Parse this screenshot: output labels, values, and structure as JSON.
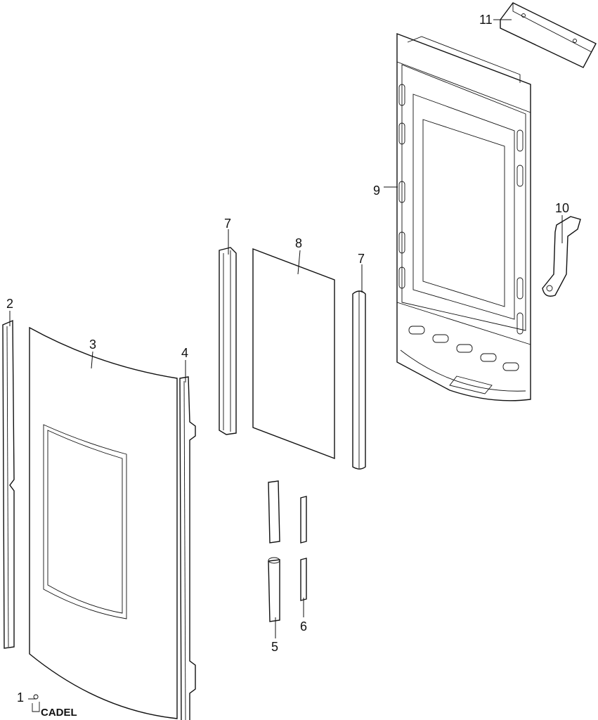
{
  "labels": {
    "p1": "1",
    "p2": "2",
    "p3": "3",
    "p4": "4",
    "p5": "5",
    "p6": "6",
    "p7a": "7",
    "p7b": "7",
    "p8": "8",
    "p9": "9",
    "p10": "10",
    "p11": "11"
  },
  "logo_text": "CADEL"
}
